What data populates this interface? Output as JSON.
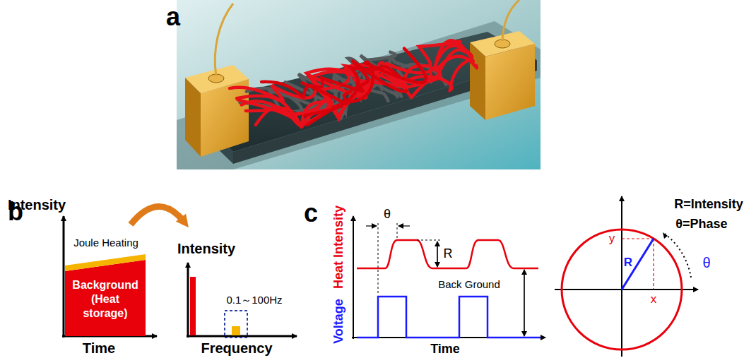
{
  "diagram": {
    "nodes": [
      {
        "text": [
          "Background (Heat storage)"
        ]
      }
    ],
    "labels": [
      "a",
      "b",
      "Intensity",
      "Joule Heating",
      "Time",
      "Intensity",
      "0.1～100Hz",
      "Frequency",
      "c",
      "θ",
      "R",
      "Voltage",
      "Heat Intensity",
      "Back Ground",
      "Time",
      "y",
      "R",
      "x",
      "θ",
      "R=Intensity",
      "θ=Phase"
    ]
  }
}
